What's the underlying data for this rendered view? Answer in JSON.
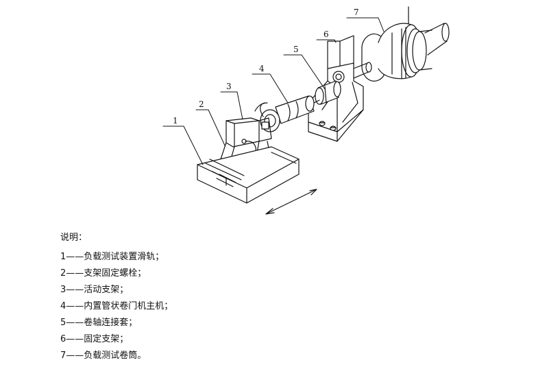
{
  "callouts": [
    "1",
    "2",
    "3",
    "4",
    "5",
    "6",
    "7"
  ],
  "legend": {
    "title": "说明：",
    "items": [
      "1——负载测试装置滑轨；",
      "2——支架固定螺栓；",
      "3——活动支架；",
      "4——内置管状卷门机主机；",
      "5——卷轴连接套；",
      "6——固定支架；",
      "7——负载测试卷筒。"
    ]
  }
}
